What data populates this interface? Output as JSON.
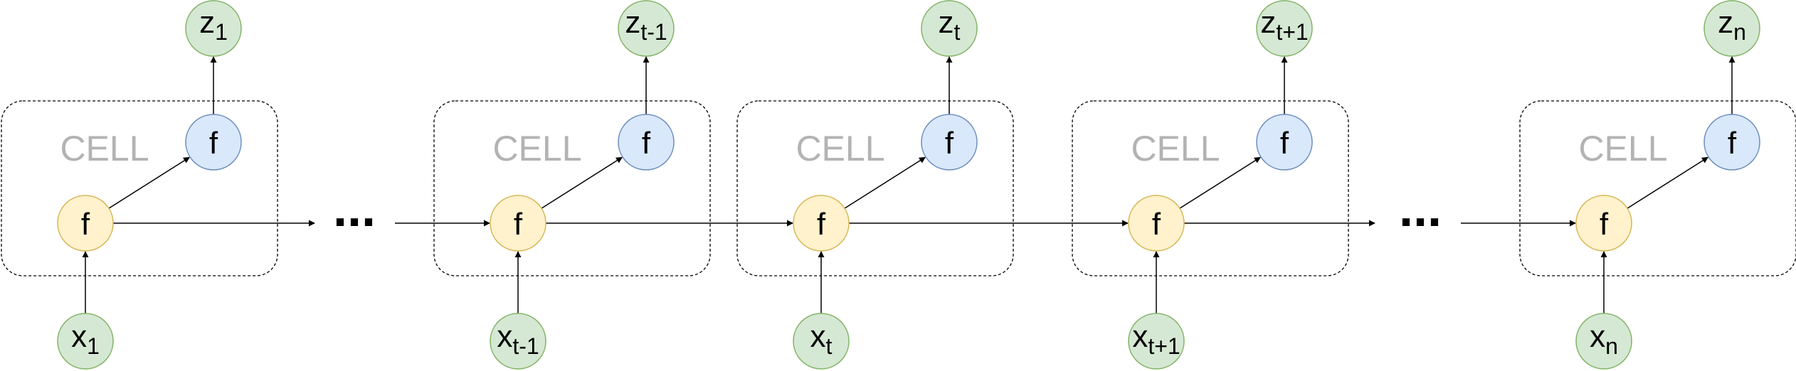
{
  "colors": {
    "gate_fill": "#fff2cc",
    "gate_stroke": "#d6b656",
    "output_gate_fill": "#dae8fc",
    "output_gate_stroke": "#6c8ebf",
    "io_fill": "#d5e8d4",
    "io_stroke": "#82b366"
  },
  "cells": [
    {
      "label": "CELL",
      "gate_f": "f",
      "gate_out": "f",
      "input": {
        "base": "x",
        "sub": "1"
      },
      "output": {
        "base": "z",
        "sub": "1"
      }
    },
    {
      "label": "CELL",
      "gate_f": "f",
      "gate_out": "f",
      "input": {
        "base": "x",
        "sub": "t-1"
      },
      "output": {
        "base": "z",
        "sub": "t-1"
      }
    },
    {
      "label": "CELL",
      "gate_f": "f",
      "gate_out": "f",
      "input": {
        "base": "x",
        "sub": "t"
      },
      "output": {
        "base": "z",
        "sub": "t"
      }
    },
    {
      "label": "CELL",
      "gate_f": "f",
      "gate_out": "f",
      "input": {
        "base": "x",
        "sub": "t+1"
      },
      "output": {
        "base": "z",
        "sub": "t+1"
      }
    },
    {
      "label": "CELL",
      "gate_f": "f",
      "gate_out": "f",
      "input": {
        "base": "x",
        "sub": "n"
      },
      "output": {
        "base": "z",
        "sub": "n"
      }
    }
  ],
  "ellipses": [
    "...",
    "..."
  ]
}
